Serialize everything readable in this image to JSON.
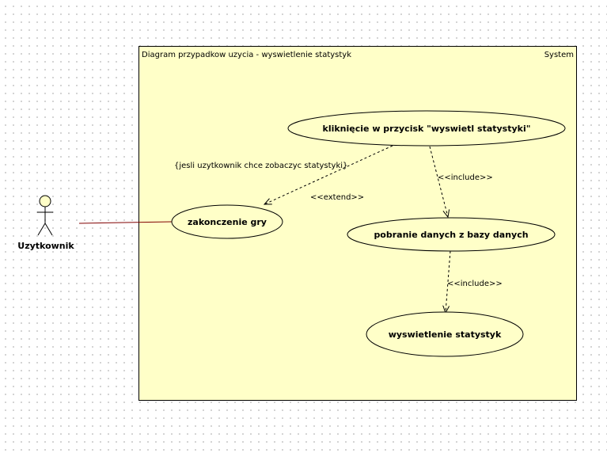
{
  "system": {
    "title": "Diagram przypadkow uzycia - wyswietlenie statystyk",
    "name": "System"
  },
  "actor": {
    "name": "Uzytkownik"
  },
  "use_cases": {
    "click": "kliknięcie w przycisk \"wyswietl statystyki\"",
    "end_game": "zakonczenie gry",
    "fetch": "pobranie danych z bazy danych",
    "show": "wyswietlenie statystyk"
  },
  "relations": {
    "extend_condition": "{jesli uzytkownik chce zobaczyc statystyki}",
    "extend": "<<extend>>",
    "include_1": "<<include>>",
    "include_2": "<<include>>"
  },
  "colors": {
    "fill": "#ffffc8",
    "stroke": "#000000",
    "association": "#800000"
  }
}
